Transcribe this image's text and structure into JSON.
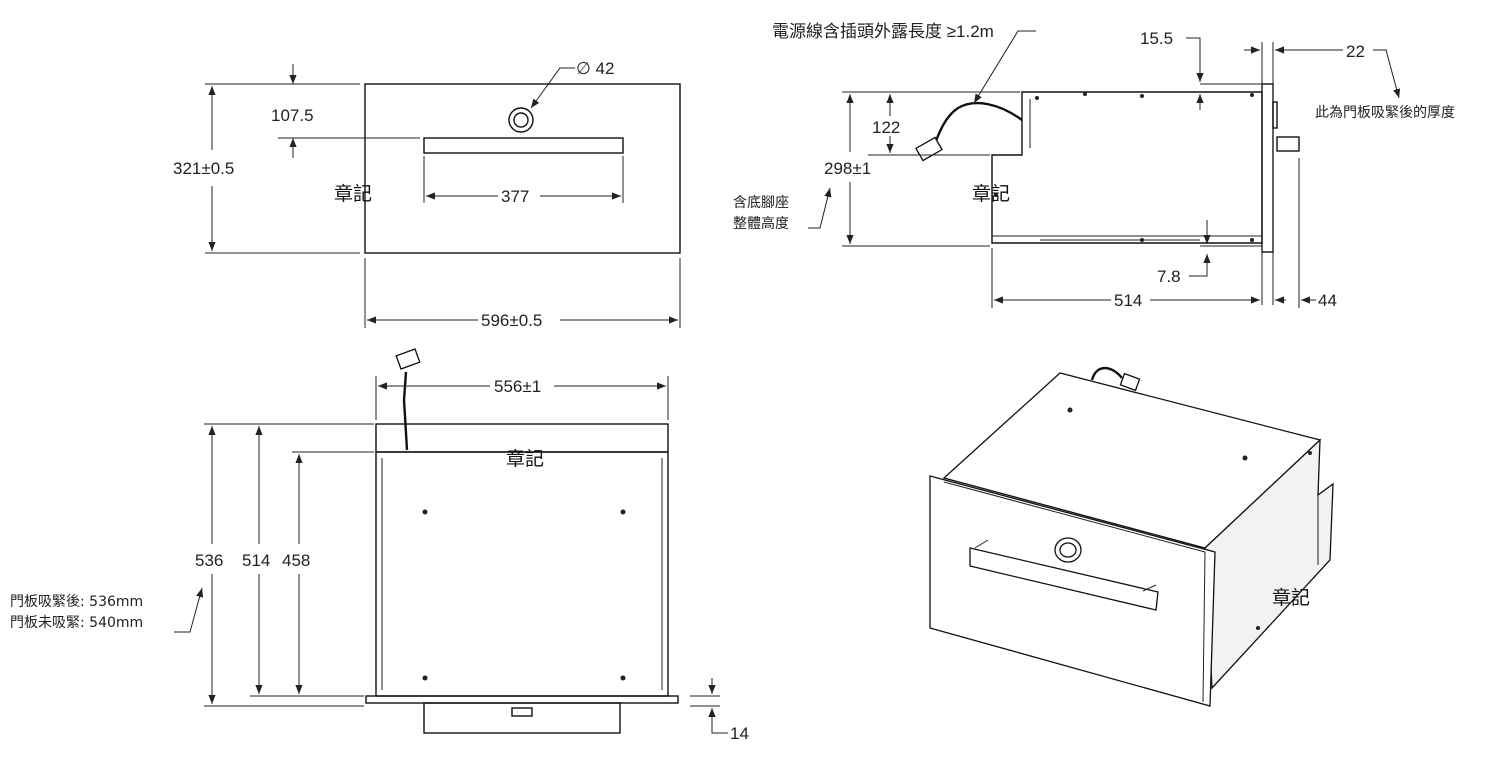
{
  "front_view": {
    "knob_diameter": "∅ 42",
    "top_offset": "107.5",
    "height": "321±0.5",
    "handle_width": "377",
    "width": "596±0.5",
    "stamp": "章記"
  },
  "side_view": {
    "cable_note": "電源線含插頭外露長度 ≥1.2m",
    "top_gap": "15.5",
    "door_thickness": "22",
    "door_note": "此為門板吸緊後的厚度",
    "cable_height": "122",
    "height": "298±1",
    "height_note_line1": "含底腳座",
    "height_note_line2": "整體高度",
    "bottom_gap": "7.8",
    "depth": "514",
    "front_depth": "44",
    "stamp": "章記"
  },
  "top_view": {
    "width": "556±1",
    "depth_total": "536",
    "depth_body": "514",
    "depth_inner": "458",
    "note_line1": "門板吸緊後: 536mm",
    "note_line2": "門板未吸緊: 540mm",
    "handle_depth": "14",
    "stamp": "章記"
  },
  "iso_view": {
    "stamp": "章記"
  }
}
